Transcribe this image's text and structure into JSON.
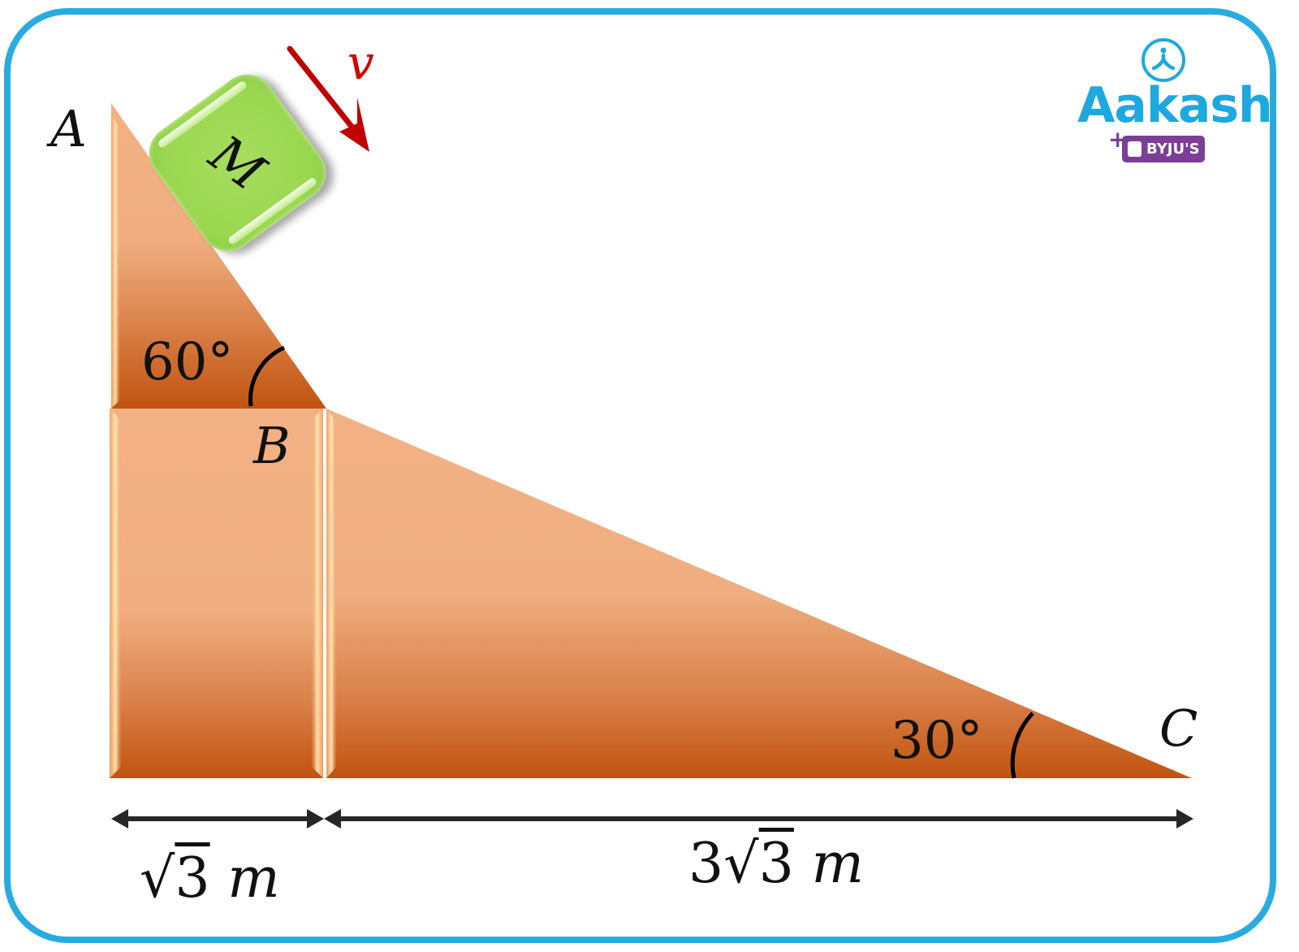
{
  "diagram": {
    "points": {
      "A": "A",
      "B": "B",
      "C": "C"
    },
    "block": {
      "label": "M",
      "color": "#9BD851"
    },
    "velocity": {
      "label": "v",
      "color": "#C00000"
    },
    "angles": {
      "upper": "60°",
      "lower": "30°"
    },
    "dimensions": {
      "left": {
        "radical": "√",
        "radicand": "3",
        "unit": "m",
        "coefficient": ""
      },
      "right": {
        "coefficient": "3",
        "radical": "√",
        "radicand": "3",
        "unit": "m"
      }
    },
    "colors": {
      "frame": "#29ABE2",
      "incline_light": "#F2B184",
      "incline_dark": "#C1530F",
      "dimension_line": "#262626"
    }
  },
  "logo": {
    "brand": "Aakash",
    "partner": "BYJU'S",
    "plus": "+",
    "brand_color": "#1EA8E0",
    "partner_color": "#7B3F98"
  }
}
